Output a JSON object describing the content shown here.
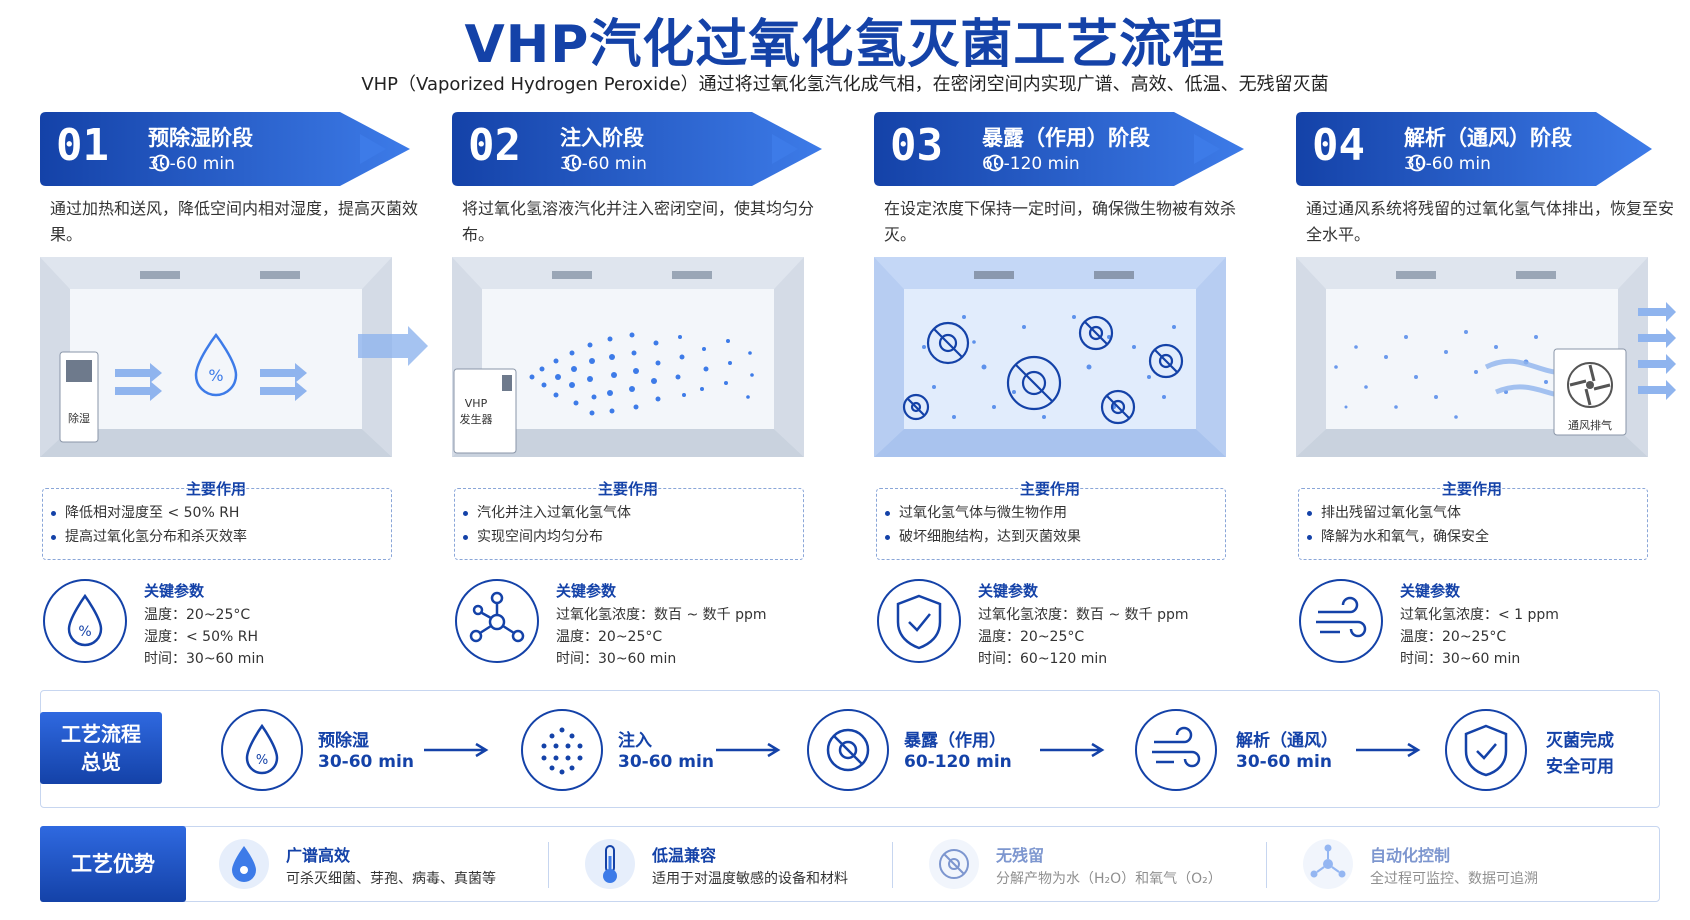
{
  "title": "VHP汽化过氧化氢灭菌工艺流程",
  "subtitle": "VHP（Vaporized Hydrogen Peroxide）通过将过氧化氢汽化成气相，在密闭空间内实现广谱、高效、低温、无残留灭菌",
  "colors": {
    "primary": "#1442a8",
    "accent": "#2f69e0",
    "light": "#c7d6f0"
  },
  "stages": [
    {
      "num": "01",
      "name": "预除湿阶段",
      "time": "30-60 min",
      "desc": "通过加热和送风，降低空间内相对湿度，提高灭菌效果。",
      "room_label": "除湿",
      "func_title": "主要作用",
      "funcs": [
        "降低相对湿度至 < 50% RH",
        "提高过氧化氢分布和杀灭效率"
      ],
      "param_title": "关键参数",
      "params": [
        "温度：20~25°C",
        "湿度：< 50% RH",
        "时间：30~60 min"
      ],
      "icon": "humidity-drop-icon"
    },
    {
      "num": "02",
      "name": "注入阶段",
      "time": "30-60 min",
      "desc": "将过氧化氢溶液汽化并注入密闭空间，使其均匀分布。",
      "room_label": "VHP\n发生器",
      "func_title": "主要作用",
      "funcs": [
        "汽化并注入过氧化氢气体",
        "实现空间内均匀分布"
      ],
      "param_title": "关键参数",
      "params": [
        "过氧化氢浓度：数百 ~ 数千 ppm",
        "温度：20~25°C",
        "时间：30~60 min"
      ],
      "icon": "molecule-icon"
    },
    {
      "num": "03",
      "name": "暴露（作用）阶段",
      "time": "60-120 min",
      "desc": "在设定浓度下保持一定时间，确保微生物被有效杀灭。",
      "room_label": "",
      "func_title": "主要作用",
      "funcs": [
        "过氧化氢气体与微生物作用",
        "破坏细胞结构，达到灭菌效果"
      ],
      "param_title": "关键参数",
      "params": [
        "过氧化氢浓度：数百 ~ 数千 ppm",
        "温度：20~25°C",
        "时间：60~120 min"
      ],
      "icon": "shield-check-icon"
    },
    {
      "num": "04",
      "name": "解析（通风）阶段",
      "time": "30-60 min",
      "desc": "通过通风系统将残留的过氧化氢气体排出，恢复至安全水平。",
      "room_label": "通风排气",
      "func_title": "主要作用",
      "funcs": [
        "排出残留过氧化氢气体",
        "降解为水和氧气，确保安全"
      ],
      "param_title": "关键参数",
      "params": [
        "过氧化氢浓度：< 1 ppm",
        "温度：20~25°C",
        "时间：30~60 min"
      ],
      "icon": "wind-icon"
    }
  ],
  "flow": {
    "label": "工艺流程\n总览",
    "steps": [
      {
        "name": "预除湿",
        "sub": "30-60 min",
        "icon": "humidity-drop-icon"
      },
      {
        "name": "注入",
        "sub": "30-60 min",
        "icon": "particles-icon"
      },
      {
        "name": "暴露（作用）",
        "sub": "60-120 min",
        "icon": "no-microbe-icon"
      },
      {
        "name": "解析（通风）",
        "sub": "30-60 min",
        "icon": "wind-icon"
      },
      {
        "name": "灭菌完成",
        "sub": "安全可用",
        "icon": "shield-check-icon"
      }
    ]
  },
  "advantages": {
    "label": "工艺优势",
    "items": [
      {
        "title": "广谱高效",
        "text": "可杀灭细菌、芽孢、病毒、真菌等",
        "icon": "droplet-microbe-icon"
      },
      {
        "title": "低温兼容",
        "text": "适用于对温度敏感的设备和材料",
        "icon": "thermometer-icon"
      },
      {
        "title": "无残留",
        "text": "分解产物为水（H₂O）和氧气（O₂）",
        "icon": "no-residue-icon"
      },
      {
        "title": "自动化控制",
        "text": "全过程可监控、数据可追溯",
        "icon": "network-icon"
      }
    ]
  }
}
